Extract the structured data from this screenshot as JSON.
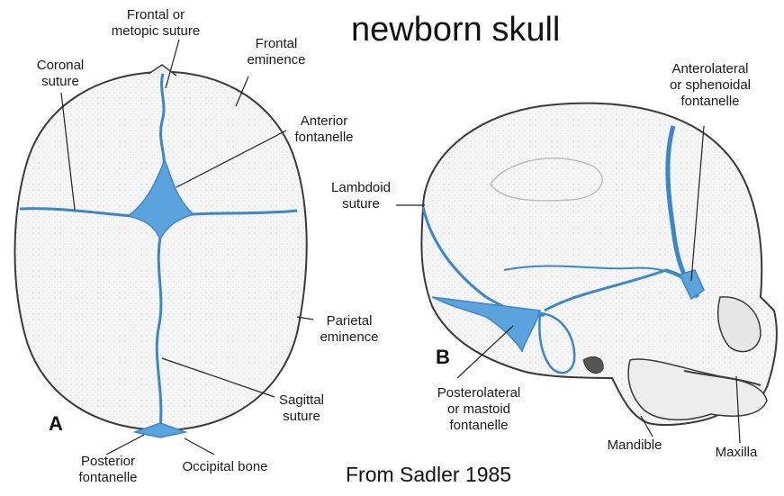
{
  "title": "newborn skull",
  "credit": "From Sadler 1985",
  "panel_a": {
    "letter": "A",
    "labels": {
      "frontal_suture": [
        "Frontal or",
        "metopic suture"
      ],
      "coronal_suture": [
        "Coronal",
        "suture"
      ],
      "frontal_eminence": [
        "Frontal",
        "eminence"
      ],
      "anterior_fontanelle": [
        "Anterior",
        "fontanelle"
      ],
      "parietal_eminence": [
        "Parietal",
        "eminence"
      ],
      "sagittal_suture": [
        "Sagittal",
        "suture"
      ],
      "posterior_fontanelle": [
        "Posterior",
        "fontanelle"
      ],
      "occipital_bone": [
        "Occipital bone"
      ]
    }
  },
  "panel_b": {
    "letter": "B",
    "labels": {
      "anterolateral_fontanelle": [
        "Anterolateral",
        "or sphenoidal",
        "fontanelle"
      ],
      "lambdoid_suture": [
        "Lambdoid",
        "suture"
      ],
      "posterolateral_fontanelle": [
        "Posterolateral",
        "or mastoid",
        "fontanelle"
      ],
      "mandible": [
        "Mandible"
      ],
      "maxilla": [
        "Maxilla"
      ]
    }
  },
  "colors": {
    "fontanelle": "#5aa3dc",
    "suture": "#3d86c9",
    "bone_outline": "#3a3a3a",
    "bone_fill": "#f4f4f4"
  }
}
